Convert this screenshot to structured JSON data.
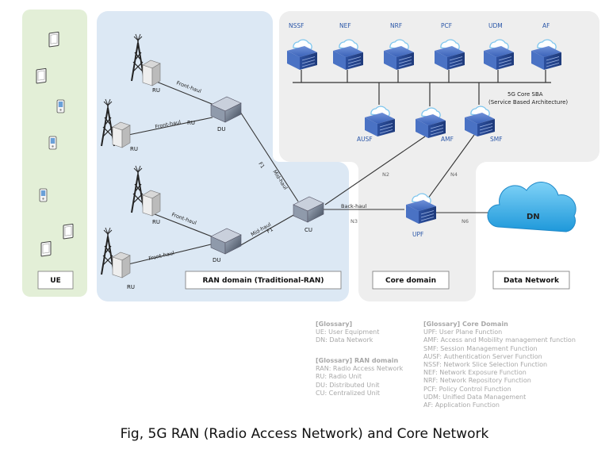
{
  "domains": {
    "ue": "UE",
    "ran": "RAN domain (Traditional-RAN)",
    "core": "Core domain",
    "data_network": "Data Network"
  },
  "core_sba": {
    "line1": "5G Core SBA",
    "line2": "(Service Based Architecture)"
  },
  "nfs": {
    "nssf": "NSSF",
    "nef": "NEF",
    "nrf": "NRF",
    "pcf": "PCF",
    "udm": "UDM",
    "af": "AF",
    "ausf": "AUSF",
    "amf": "AMF",
    "smf": "SMF",
    "upf": "UPF"
  },
  "ran_nodes": {
    "ru": "RU",
    "du": "DU",
    "cu": "CU"
  },
  "links": {
    "fronthaul": "Front-haul",
    "midhaul": "Mid-haul",
    "backhaul": "Back-haul",
    "f1": "F1",
    "n2": "N2",
    "n3": "N3",
    "n4": "N4",
    "n6": "N6"
  },
  "dn": "DN",
  "glossary": {
    "general_title": "[Glossary]",
    "general": [
      "UE: User Equipment",
      "DN: Data Network"
    ],
    "ran_title": "[Glossary] RAN domain",
    "ran": [
      "RAN: Radio Access Network",
      "RU: Radio Unit",
      "DU: Distributed Unit",
      "CU: Centralized Unit"
    ],
    "core_title": "[Glossary] Core Domain",
    "core": [
      "UPF: User Plane Function",
      "AMF: Access and Mobility management function",
      "SMF: Session Management Function",
      "AUSF: Authentication Server Function",
      "NSSF: Network Slice Selection Function",
      "NEF: Network Exposure Function",
      "NRF: Network Repository Function",
      "PCF: Policy Control Function",
      "UDM: Unified Data Management",
      "AF: Application Function"
    ]
  },
  "caption": "Fig, 5G RAN (Radio Access Network) and Core Network",
  "colors": {
    "ue_bg": "#e3efd7",
    "ran_bg": "#dce8f4",
    "core_bg": "#eeeeee",
    "cloud": "#2ea8e6",
    "server": "#2a4fa0",
    "label_blue": "#2a56a8"
  }
}
